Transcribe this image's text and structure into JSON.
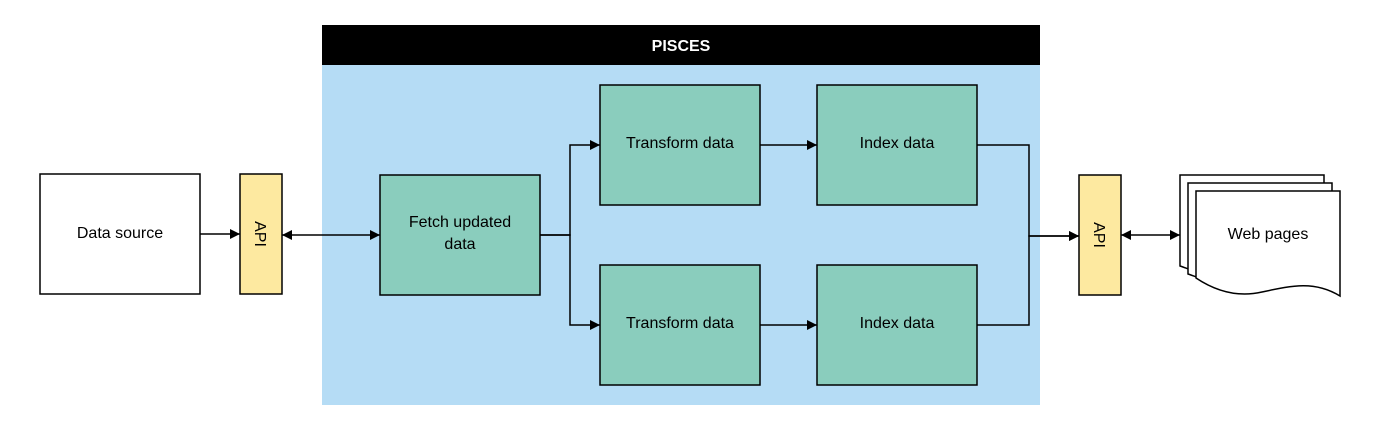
{
  "container": {
    "title": "PISCES",
    "header_color": "#000000",
    "header_text_color": "#ffffff",
    "background_color": "#b5dcf5"
  },
  "nodes": {
    "data_source": {
      "label": "Data source",
      "fill": "#ffffff"
    },
    "api_left": {
      "label": "API",
      "fill": "#fde9a0"
    },
    "fetch": {
      "label_line1": "Fetch updated",
      "label_line2": "data",
      "fill": "#8acdbd"
    },
    "transform_top": {
      "label": "Transform data",
      "fill": "#8acdbd"
    },
    "index_top": {
      "label": "Index data",
      "fill": "#8acdbd"
    },
    "transform_bottom": {
      "label": "Transform data",
      "fill": "#8acdbd"
    },
    "index_bottom": {
      "label": "Index data",
      "fill": "#8acdbd"
    },
    "api_right": {
      "label": "API",
      "fill": "#fde9a0"
    },
    "web_pages": {
      "label": "Web pages",
      "fill": "#ffffff"
    }
  },
  "edges": [
    {
      "from": "Data source",
      "to": "API",
      "direction": "forward"
    },
    {
      "from": "API",
      "to": "Fetch updated data",
      "direction": "both"
    },
    {
      "from": "Fetch updated data",
      "to": "Transform data (top)",
      "direction": "forward"
    },
    {
      "from": "Fetch updated data",
      "to": "Transform data (bottom)",
      "direction": "forward"
    },
    {
      "from": "Transform data (top)",
      "to": "Index data (top)",
      "direction": "forward"
    },
    {
      "from": "Transform data (bottom)",
      "to": "Index data (bottom)",
      "direction": "forward"
    },
    {
      "from": "Index data (top)",
      "to": "API",
      "direction": "forward"
    },
    {
      "from": "Index data (bottom)",
      "to": "API",
      "direction": "forward"
    },
    {
      "from": "API",
      "to": "Web pages",
      "direction": "both"
    }
  ]
}
